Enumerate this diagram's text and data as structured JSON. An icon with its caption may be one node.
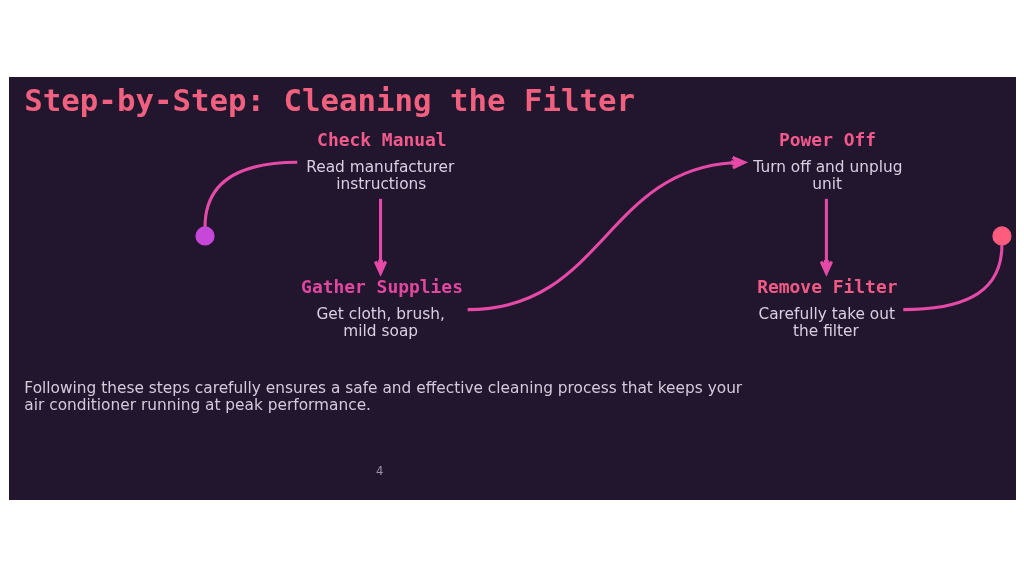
{
  "diagram": {
    "title": "Step-by-Step: Cleaning the Filter",
    "caption": "Following these steps carefully ensures a safe and effective cleaning process that keeps your air conditioner running at peak performance.",
    "nodes": [
      {
        "text": [],
        "shape": "circle"
      },
      {
        "text": [
          "Check Manual",
          "Read manufacturer instructions"
        ]
      },
      {
        "text": [
          "Gather Supplies",
          "Get cloth, brush, mild soap"
        ]
      },
      {
        "text": [
          "Power Off",
          "Turn off and unplug unit"
        ]
      },
      {
        "text": [
          "Remove Filter",
          "Carefully take out the filter"
        ]
      },
      {
        "text": [],
        "shape": "circle"
      }
    ],
    "edges": [
      {
        "from": 0,
        "to": 1,
        "arrow": "none"
      },
      {
        "from": 1,
        "to": 2,
        "arrow": "to"
      },
      {
        "from": 2,
        "to": 3,
        "arrow": "to"
      },
      {
        "from": 3,
        "to": 4,
        "arrow": "to"
      },
      {
        "from": 4,
        "to": 5,
        "arrow": "none"
      }
    ],
    "labels": [
      "4"
    ]
  }
}
